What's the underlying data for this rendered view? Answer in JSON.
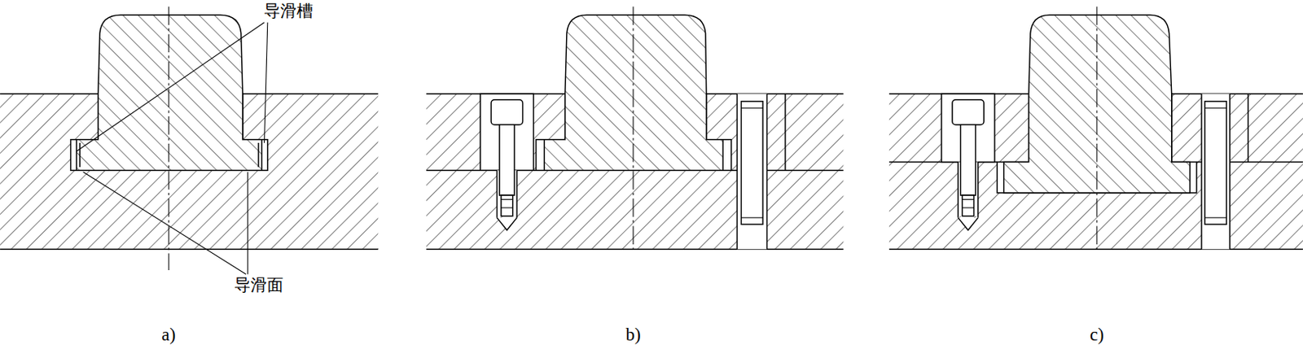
{
  "diagram": {
    "labels": [
      "导滑槽",
      "导滑面",
      "a)",
      "b)",
      "c)"
    ]
  }
}
